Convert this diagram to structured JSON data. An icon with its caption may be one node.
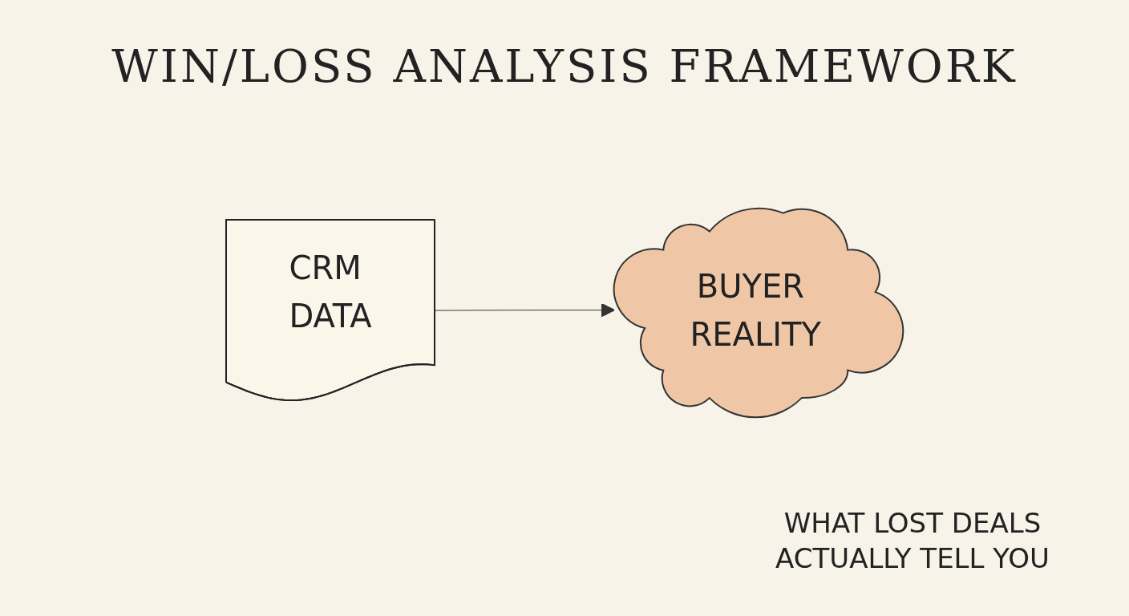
{
  "diagram": {
    "title": "WIN/LOSS ANALYSIS FRAMEWORK",
    "caption": "WHAT LOST DEALS ACTUALLY TELL YOU",
    "nodes": [
      {
        "text": [
          "CRM DATA"
        ]
      },
      {
        "text": [
          "BUYER REALITY"
        ]
      }
    ],
    "edges": [
      {
        "from": 0,
        "to": 1,
        "arrow": "to"
      }
    ]
  }
}
